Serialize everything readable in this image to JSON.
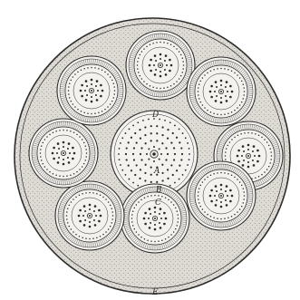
{
  "figure": {
    "style": "engraved cross-section, black ink on off-white",
    "colors": {
      "ink": "#2a2a2a",
      "paper": "#f4f2ee",
      "shade": "#dedbd5",
      "background": "#ffffff"
    },
    "outer_bundles_count": 8,
    "labels": {
      "a": "A",
      "b": "B",
      "c": "C",
      "d": "D",
      "e": "E"
    }
  }
}
